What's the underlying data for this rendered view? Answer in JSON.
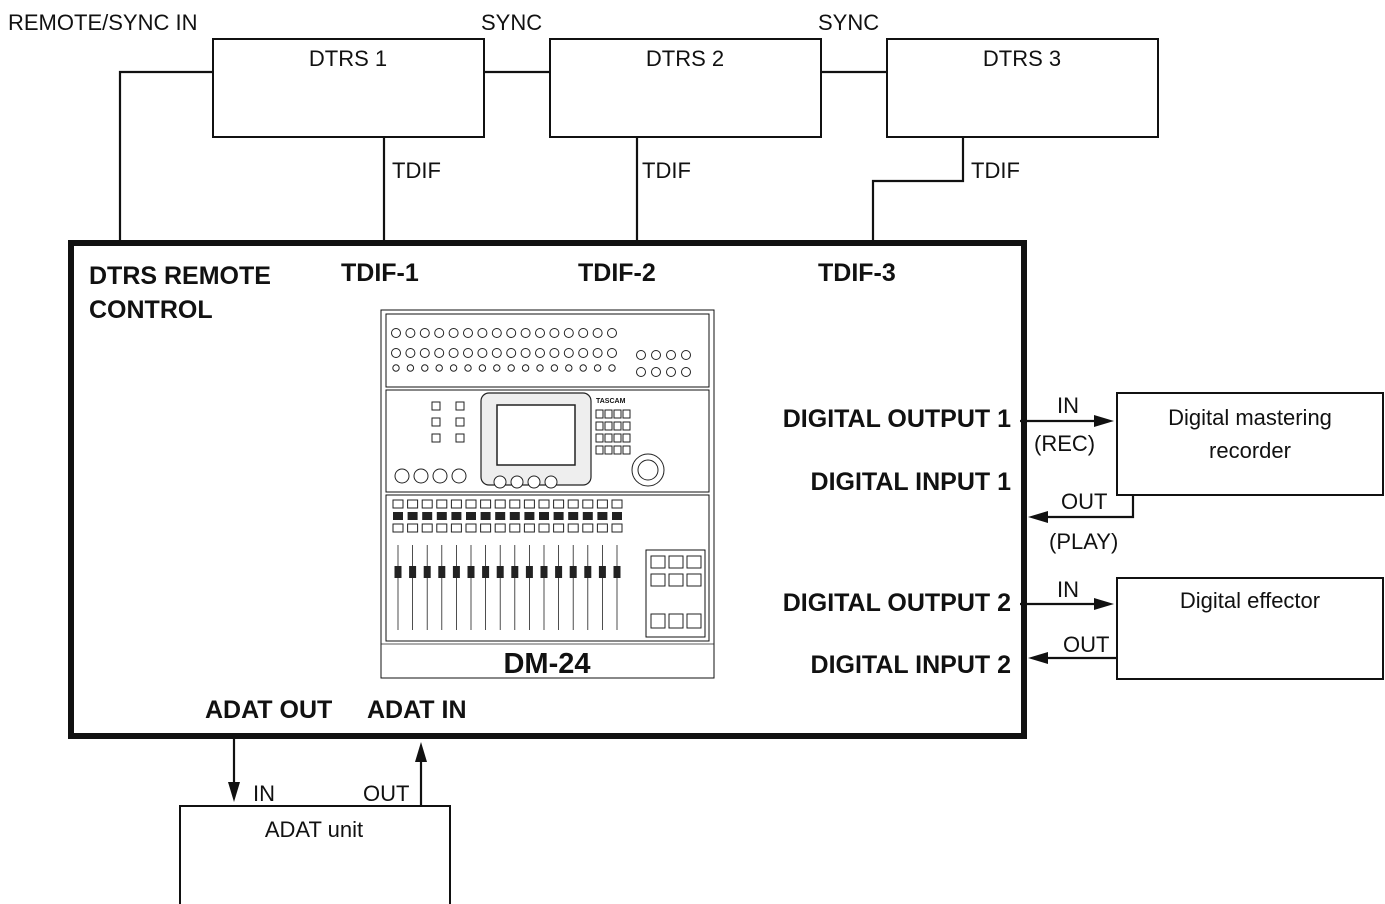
{
  "labels": {
    "remote_sync_in": "REMOTE/SYNC IN",
    "sync": "SYNC",
    "tdif": "TDIF",
    "in": "IN",
    "out": "OUT",
    "rec": "(REC)",
    "play": "(PLAY)"
  },
  "devices": {
    "dtrs1": "DTRS 1",
    "dtrs2": "DTRS 2",
    "dtrs3": "DTRS 3",
    "mastering_line1": "Digital mastering",
    "mastering_line2": "recorder",
    "effector": "Digital effector",
    "adat_unit": "ADAT unit"
  },
  "console": {
    "model": "DM-24",
    "dtrs_remote_line1": "DTRS REMOTE",
    "dtrs_remote_line2": "CONTROL",
    "tdif1": "TDIF-1",
    "tdif2": "TDIF-2",
    "tdif3": "TDIF-3",
    "digital_output_1": "DIGITAL OUTPUT 1",
    "digital_input_1": "DIGITAL INPUT 1",
    "digital_output_2": "DIGITAL OUTPUT 2",
    "digital_input_2": "DIGITAL INPUT 2",
    "adat_out": "ADAT OUT",
    "adat_in": "ADAT IN"
  }
}
